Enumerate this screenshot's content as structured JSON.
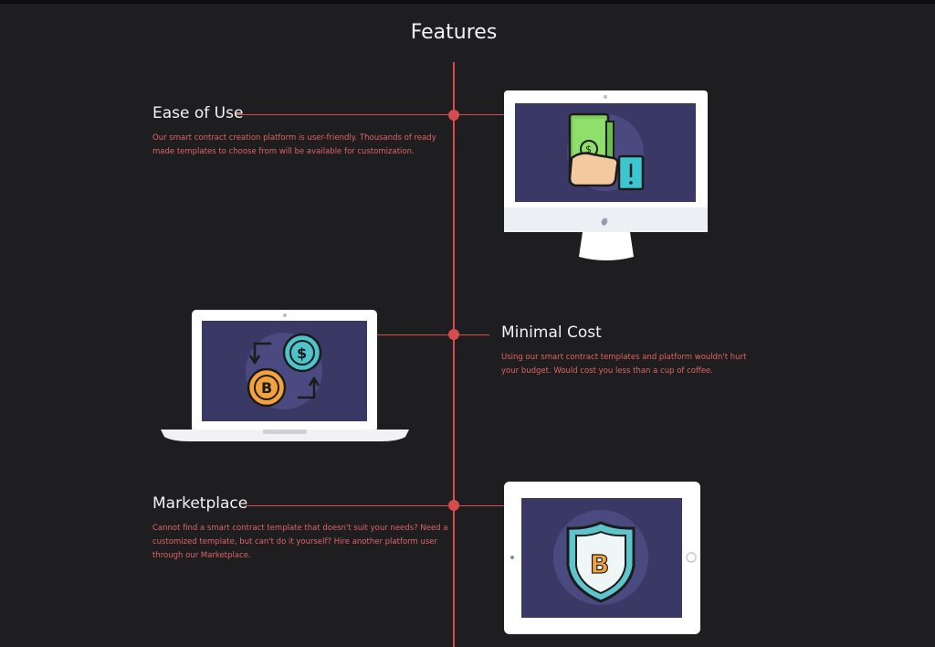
{
  "page": {
    "title": "Features"
  },
  "features": [
    {
      "title": "Ease of Use",
      "description": "Our smart contract creation platform is user-friendly. Thousands of ready made templates to choose from will be available for customization.",
      "device": "imac-display",
      "icon": "cash-in-hand-icon"
    },
    {
      "title": "Minimal Cost",
      "description": "Using our smart contract templates and platform wouldn't hurt your budget. Would cost you less than a cup of coffee.",
      "device": "laptop",
      "icon": "dollar-bitcoin-exchange-icon"
    },
    {
      "title": "Marketplace",
      "description": "Cannot find a smart contract template that doesn't suit your needs? Need a customized template, but can't do it yourself? Hire another platform user through our Marketplace.",
      "device": "tablet",
      "icon": "bitcoin-shield-icon"
    }
  ],
  "colors": {
    "background": "#1e1e21",
    "accent": "#d64c4c",
    "screen": "#3a3966",
    "screen_circle": "#4b4a80"
  }
}
